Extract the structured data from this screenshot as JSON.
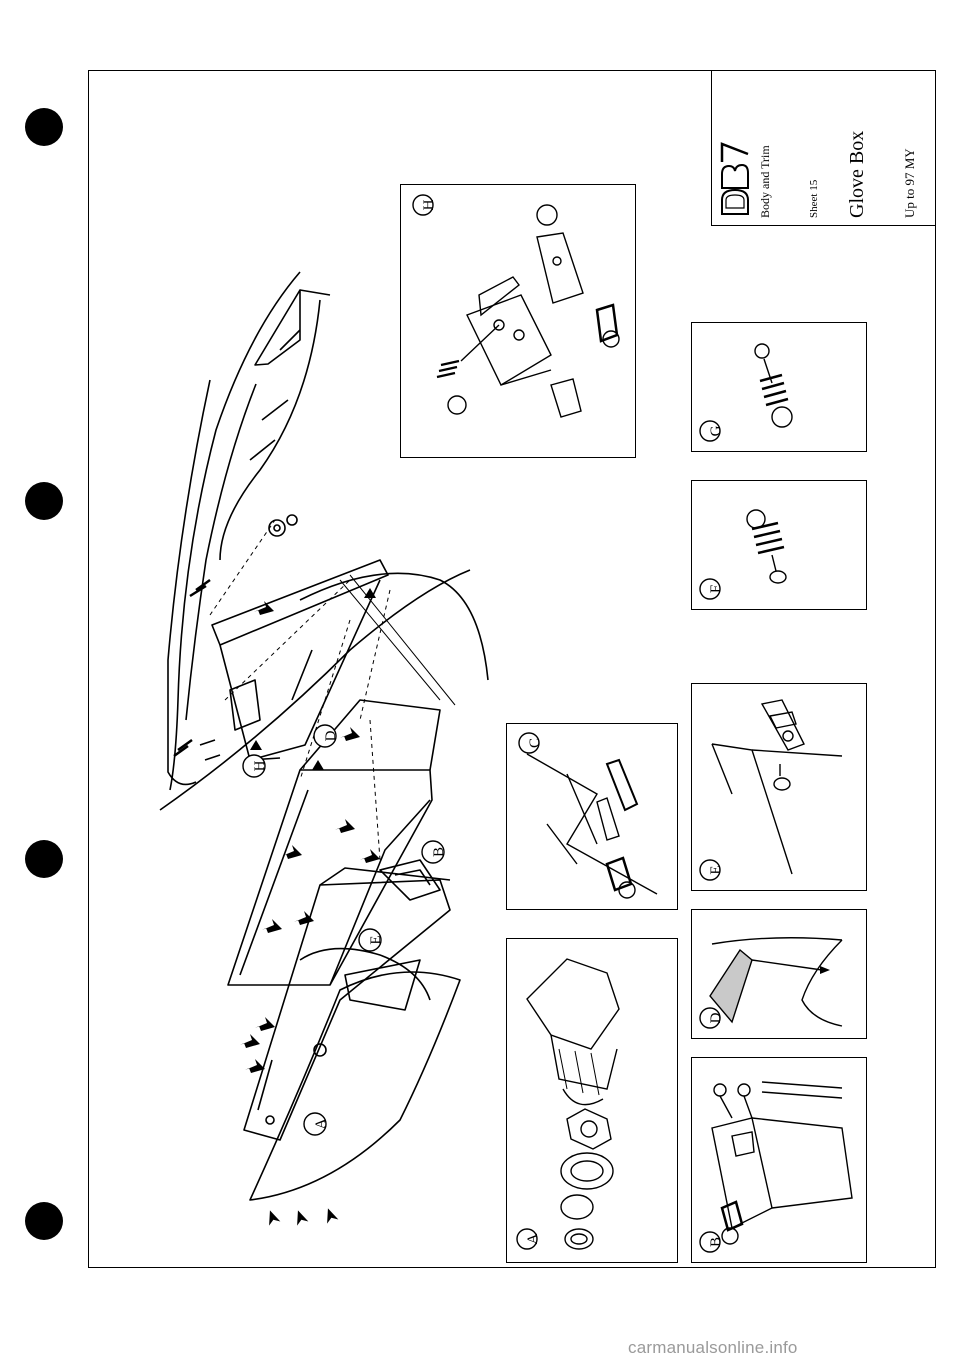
{
  "title_block": {
    "logo_text": "DB7",
    "section": "Body and Trim",
    "sheet": "Sheet 15",
    "title": "Glove Box",
    "scope": "Up to 97 MY"
  },
  "callouts": {
    "main": [
      "A",
      "B",
      "D",
      "E",
      "H"
    ],
    "details": [
      "H",
      "C",
      "A",
      "G",
      "F",
      "E",
      "D",
      "B"
    ]
  },
  "footer": {
    "watermark": "carmanualsonline.info"
  }
}
